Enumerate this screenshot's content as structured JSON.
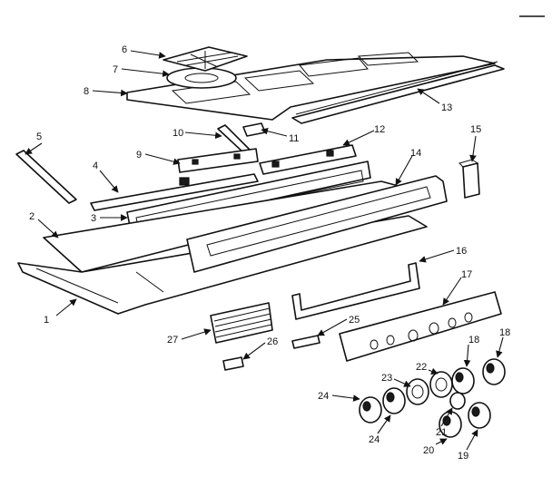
{
  "callouts": [
    "1",
    "2",
    "3",
    "4",
    "5",
    "6",
    "7",
    "8",
    "9",
    "10",
    "11",
    "12",
    "13",
    "14",
    "15",
    "16",
    "17",
    "18",
    "18",
    "19",
    "20",
    "21",
    "22",
    "23",
    "24",
    "24",
    "25",
    "26",
    "27"
  ]
}
